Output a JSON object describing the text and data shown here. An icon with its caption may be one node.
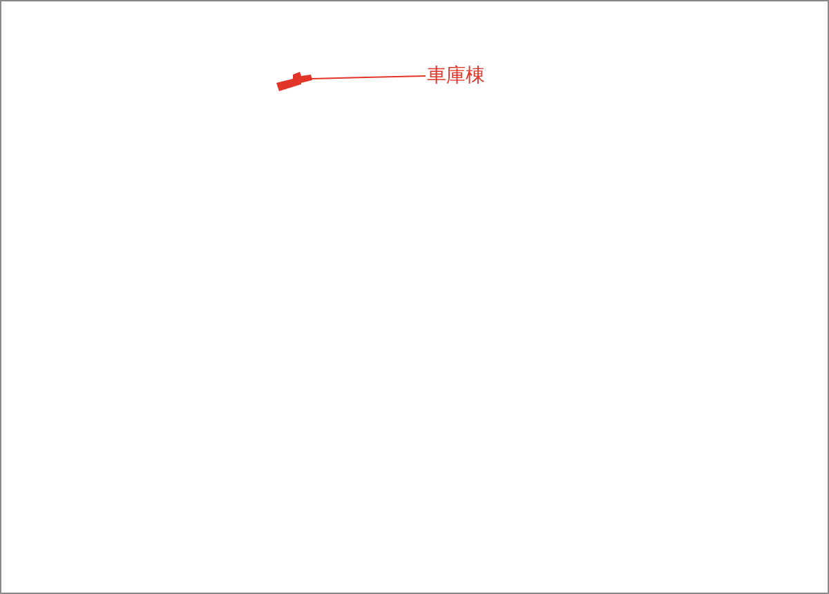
{
  "diagram": {
    "nodes": [
      {
        "text": [
          "車庫棟"
        ]
      },
      {
        "text": [],
        "shape": "box"
      }
    ],
    "edges": [
      {
        "from": 0,
        "to": 1,
        "arrow": "none"
      }
    ]
  }
}
